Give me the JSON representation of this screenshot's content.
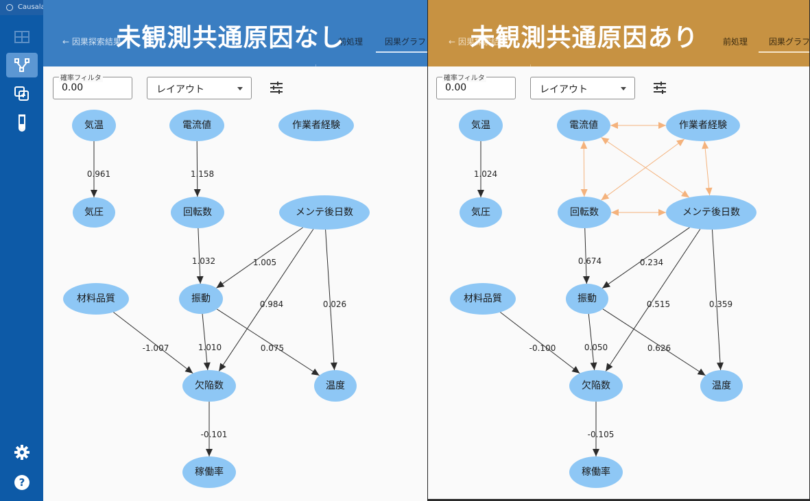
{
  "app": {
    "title": "Causalas"
  },
  "colors": {
    "node_fill": "#8ec7f5",
    "edge": "#2b2b2b",
    "bidirected": "#f4b27c",
    "left_header": "#3a7ec2",
    "right_header": "#c79242",
    "sidebar": "#0d5aa7"
  },
  "sidebar": {
    "items": [
      {
        "icon": "grid-icon"
      },
      {
        "icon": "causal-graph-icon",
        "active": true
      },
      {
        "icon": "copy-layers-icon"
      },
      {
        "icon": "test-tube-icon"
      },
      {
        "icon": "gear-icon"
      },
      {
        "icon": "help-icon"
      }
    ]
  },
  "panels": [
    {
      "overlay_title": "未観測共通原因なし",
      "tabs": {
        "back": "← 因果探索結果",
        "prep": "前処理",
        "graph": "因果グラフ"
      },
      "controls": {
        "filter_label": "確率フィルタ",
        "filter_value": "0.00",
        "layout_label": "レイアウト"
      },
      "nodes": [
        {
          "id": "kion",
          "label": "気温"
        },
        {
          "id": "kiatsu",
          "label": "気圧"
        },
        {
          "id": "denryu",
          "label": "電流値"
        },
        {
          "id": "kaiten",
          "label": "回転数"
        },
        {
          "id": "sagyo",
          "label": "作業者経験"
        },
        {
          "id": "mente",
          "label": "メンテ後日数"
        },
        {
          "id": "zairyo",
          "label": "材料品質"
        },
        {
          "id": "shindo",
          "label": "振動"
        },
        {
          "id": "kekkan",
          "label": "欠陥数"
        },
        {
          "id": "ondo",
          "label": "温度"
        },
        {
          "id": "kado",
          "label": "稼働率"
        }
      ],
      "edges": [
        {
          "from": "kion",
          "to": "kiatsu",
          "weight": "0.961"
        },
        {
          "from": "denryu",
          "to": "kaiten",
          "weight": "1.158"
        },
        {
          "from": "kaiten",
          "to": "shindo",
          "weight": "1.032"
        },
        {
          "from": "mente",
          "to": "shindo",
          "weight": "1.005"
        },
        {
          "from": "mente",
          "to": "kekkan",
          "weight": "0.984"
        },
        {
          "from": "mente",
          "to": "ondo",
          "weight": "0.026"
        },
        {
          "from": "zairyo",
          "to": "kekkan",
          "weight": "-1.007"
        },
        {
          "from": "shindo",
          "to": "kekkan",
          "weight": "1.010"
        },
        {
          "from": "shindo",
          "to": "ondo",
          "weight": "0.075"
        },
        {
          "from": "kekkan",
          "to": "kado",
          "weight": "-0.101"
        }
      ],
      "bidirected": []
    },
    {
      "overlay_title": "未観測共通原因あり",
      "tabs": {
        "back": "← 因果探索結果",
        "prep": "前処理",
        "graph": "因果グラフ"
      },
      "controls": {
        "filter_label": "確率フィルタ",
        "filter_value": "0.00",
        "layout_label": "レイアウト"
      },
      "nodes": [
        {
          "id": "kion",
          "label": "気温"
        },
        {
          "id": "kiatsu",
          "label": "気圧"
        },
        {
          "id": "denryu",
          "label": "電流値"
        },
        {
          "id": "kaiten",
          "label": "回転数"
        },
        {
          "id": "sagyo",
          "label": "作業者経験"
        },
        {
          "id": "mente",
          "label": "メンテ後日数"
        },
        {
          "id": "zairyo",
          "label": "材料品質"
        },
        {
          "id": "shindo",
          "label": "振動"
        },
        {
          "id": "kekkan",
          "label": "欠陥数"
        },
        {
          "id": "ondo",
          "label": "温度"
        },
        {
          "id": "kado",
          "label": "稼働率"
        }
      ],
      "edges": [
        {
          "from": "kion",
          "to": "kiatsu",
          "weight": "1.024"
        },
        {
          "from": "kaiten",
          "to": "shindo",
          "weight": "0.674"
        },
        {
          "from": "mente",
          "to": "shindo",
          "weight": "0.234"
        },
        {
          "from": "mente",
          "to": "kekkan",
          "weight": "0.515"
        },
        {
          "from": "mente",
          "to": "ondo",
          "weight": "0.359"
        },
        {
          "from": "zairyo",
          "to": "kekkan",
          "weight": "-0.100"
        },
        {
          "from": "shindo",
          "to": "kekkan",
          "weight": "0.050"
        },
        {
          "from": "shindo",
          "to": "ondo",
          "weight": "0.626"
        },
        {
          "from": "kekkan",
          "to": "kado",
          "weight": "-0.105"
        }
      ],
      "bidirected": [
        {
          "a": "denryu",
          "b": "sagyo"
        },
        {
          "a": "denryu",
          "b": "kaiten"
        },
        {
          "a": "denryu",
          "b": "mente"
        },
        {
          "a": "sagyo",
          "b": "kaiten"
        },
        {
          "a": "sagyo",
          "b": "mente"
        },
        {
          "a": "kaiten",
          "b": "mente"
        }
      ]
    }
  ]
}
